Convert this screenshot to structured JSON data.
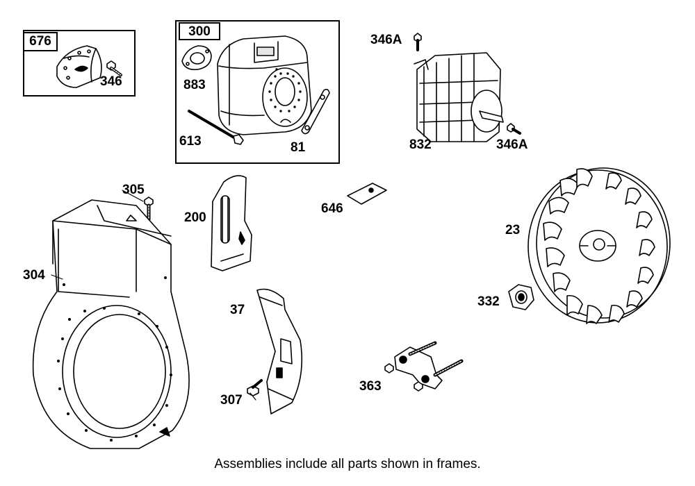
{
  "frames": {
    "muffler_guard_assembly": "676",
    "muffler_assembly": "300"
  },
  "labels": {
    "p676_346": "346",
    "p883": "883",
    "p613": "613",
    "p81": "81",
    "p346a_top": "346A",
    "p832": "832",
    "p346a_bottom": "346A",
    "p305": "305",
    "p200": "200",
    "p646": "646",
    "p23": "23",
    "p304": "304",
    "p37": "37",
    "p332": "332",
    "p307": "307",
    "p363": "363"
  },
  "caption": "Assemblies include all parts shown in frames."
}
